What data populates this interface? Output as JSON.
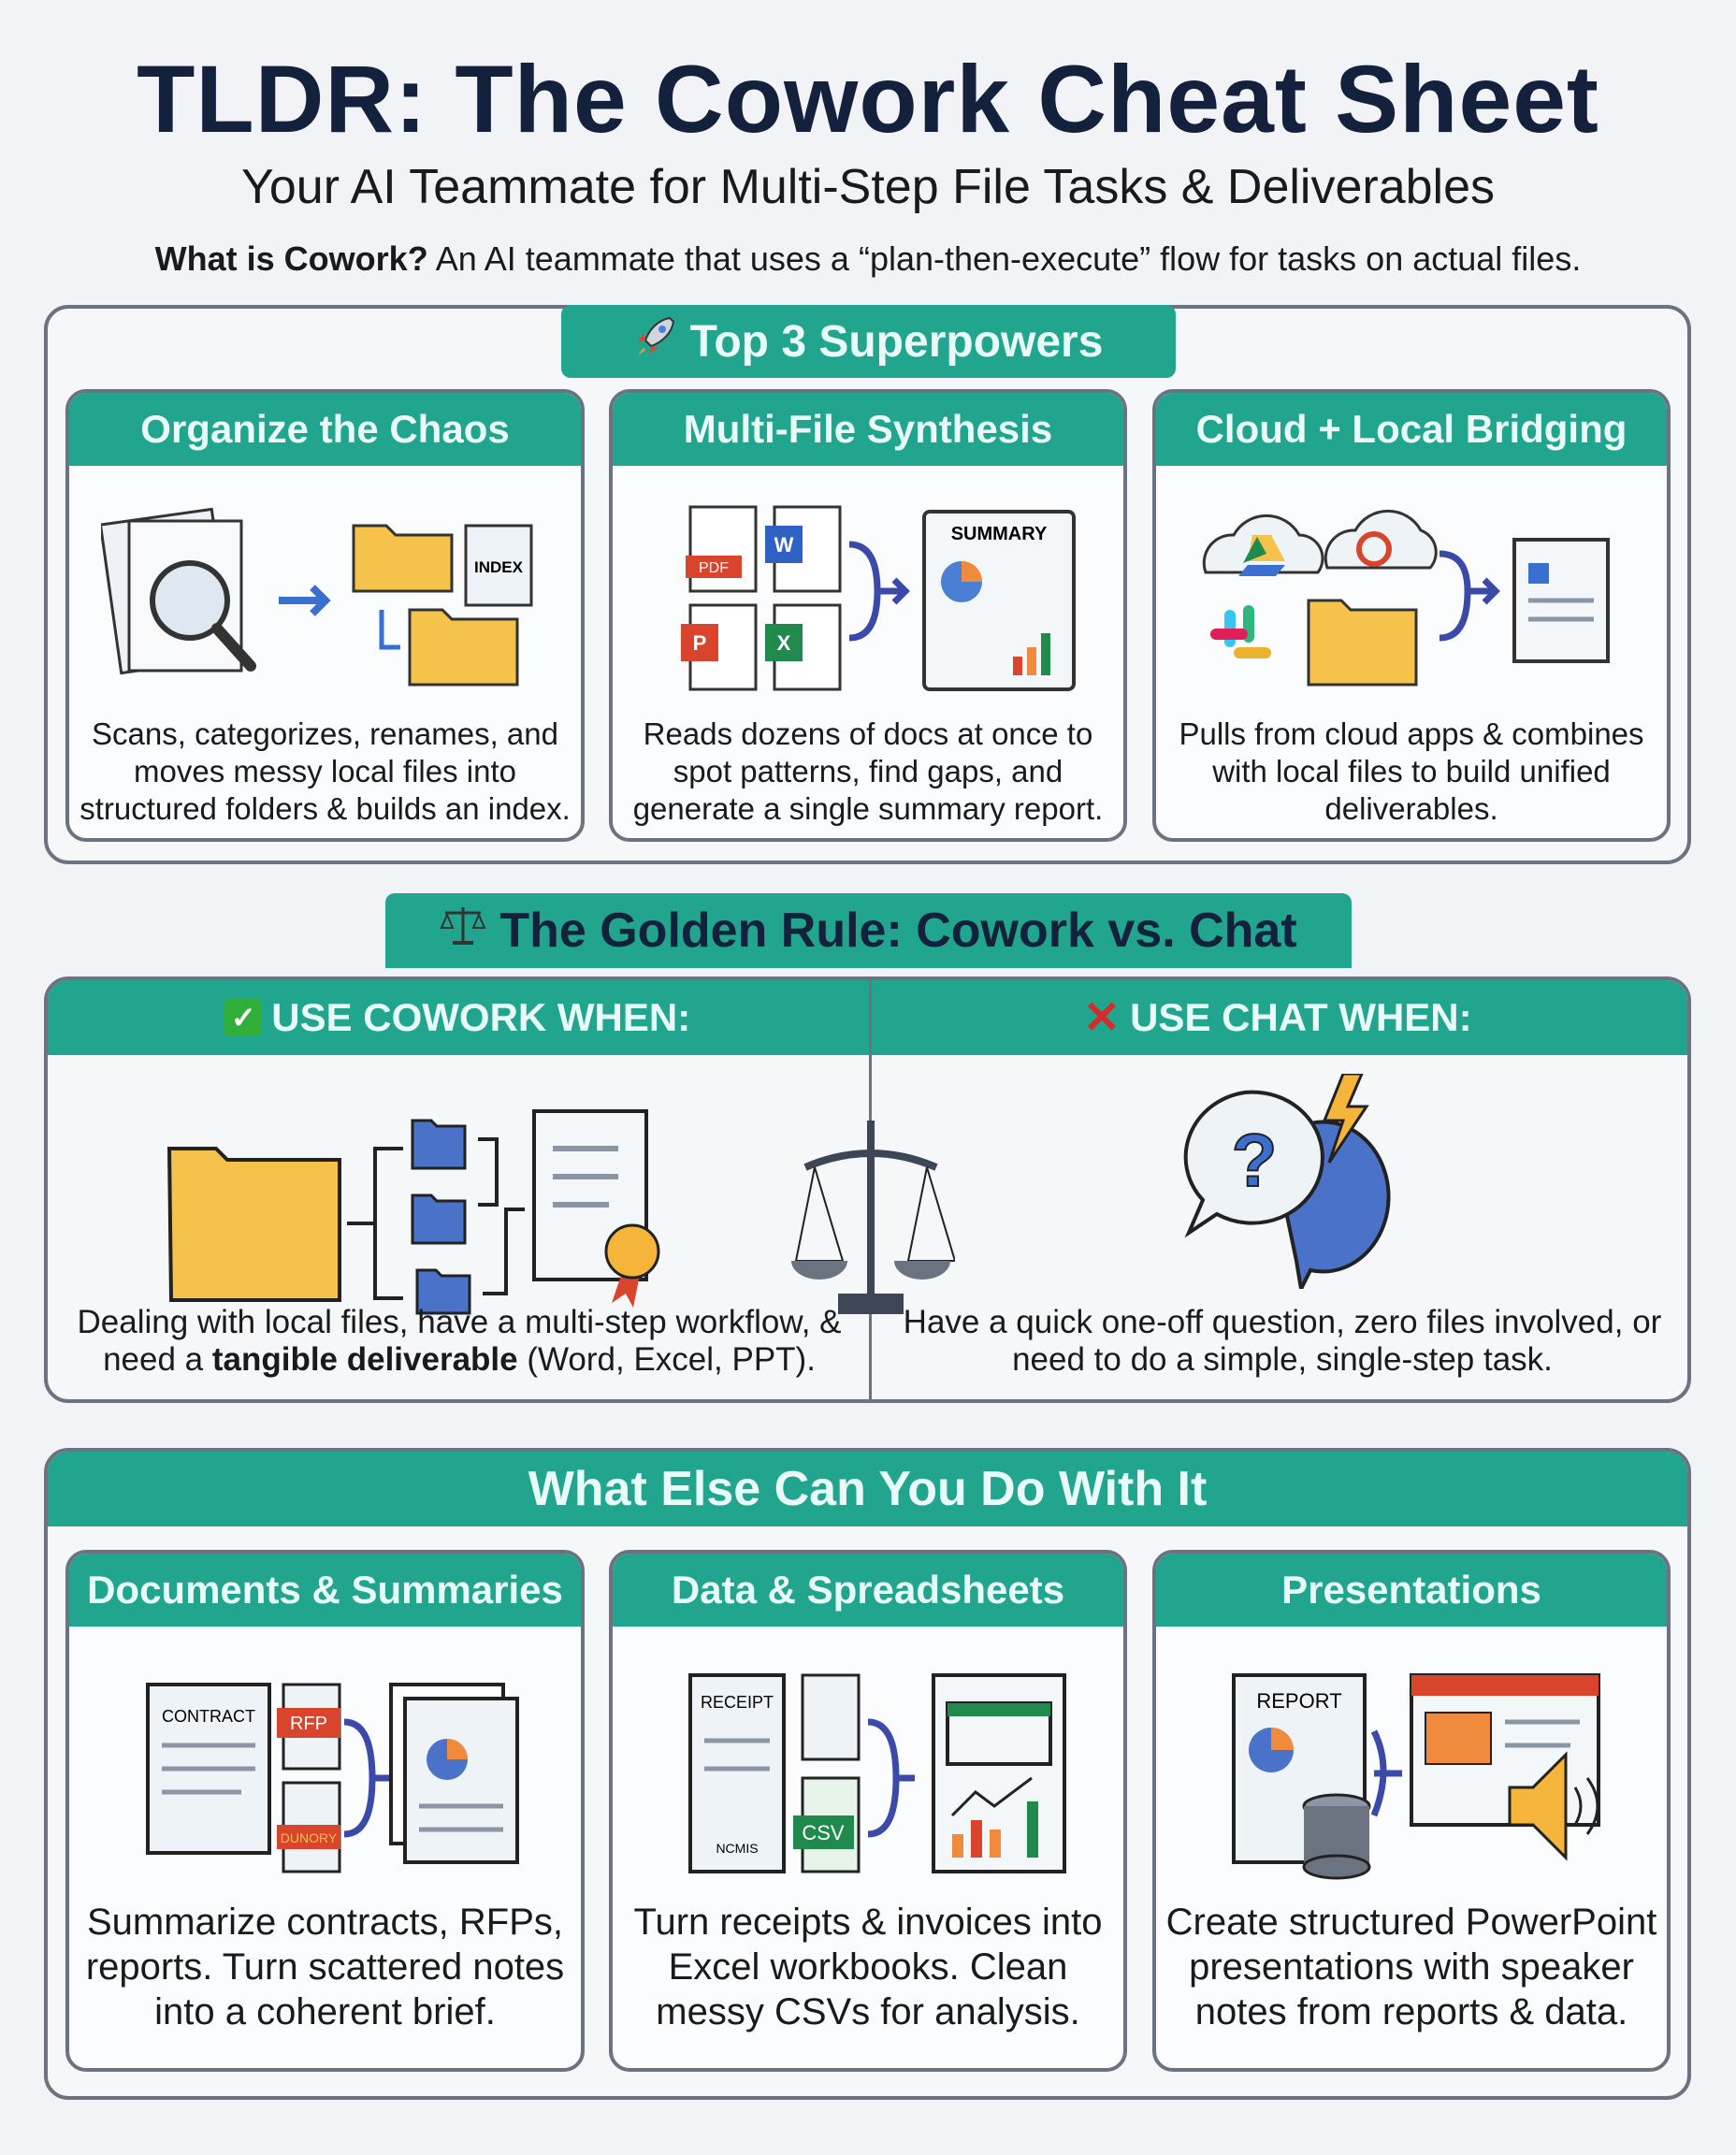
{
  "header": {
    "title": "TLDR: The Cowork Cheat Sheet",
    "subtitle": "Your AI Teammate for Multi-Step File Tasks & Deliverables",
    "what_is_label": "What is Cowork?",
    "what_is_text": " An AI teammate that uses a “plan-then-execute” flow for tasks on actual files."
  },
  "superpowers": {
    "badge": "Top 3 Superpowers",
    "badge_icon": "rocket-icon",
    "cards": [
      {
        "title": "Organize the Chaos",
        "text": "Scans, categorizes, renames, and moves messy local files into structured folders & builds an index.",
        "icon_label": "INDEX"
      },
      {
        "title": "Multi-File Synthesis",
        "text": "Reads dozens of docs at once to spot patterns, find gaps, and generate a single summary report.",
        "icon_label": "SUMMARY",
        "pdf_label": "PDF"
      },
      {
        "title": "Cloud + Local Bridging",
        "text": "Pulls from cloud apps & combines with local files to build unified deliverables."
      }
    ]
  },
  "golden_rule": {
    "badge": "The Golden Rule: Cowork vs. Chat",
    "badge_icon": "scales-icon",
    "cowork": {
      "title": "USE COWORK WHEN:",
      "text_pre": "Dealing with local files, have a multi-step workflow, & need a ",
      "text_bold": "tangible deliverable",
      "text_post": " (Word, Excel, PPT)."
    },
    "chat": {
      "title": "USE CHAT WHEN:",
      "text": "Have a quick one-off question, zero files involved, or need to do a simple, single-step task."
    }
  },
  "what_else": {
    "title": "What Else Can You Do With It",
    "cards": [
      {
        "title": "Documents & Summaries",
        "text": "Summarize contracts, RFPs, reports. Turn scattered notes into a coherent brief.",
        "labels": [
          "CONTRACT",
          "RFP",
          "DUNORY"
        ]
      },
      {
        "title": "Data & Spreadsheets",
        "text": "Turn receipts & invoices into Excel workbooks. Clean messy CSVs for analysis.",
        "labels": [
          "RECEIPT",
          "NCMIS",
          "CSV"
        ]
      },
      {
        "title": "Presentations",
        "text": "Create structured PowerPoint presentations with speaker notes from reports & data.",
        "labels": [
          "REPORT"
        ]
      }
    ]
  },
  "colors": {
    "teal": "#22a58e",
    "navy": "#14213d",
    "border": "#6b7280",
    "background": "#f1f3f6"
  }
}
